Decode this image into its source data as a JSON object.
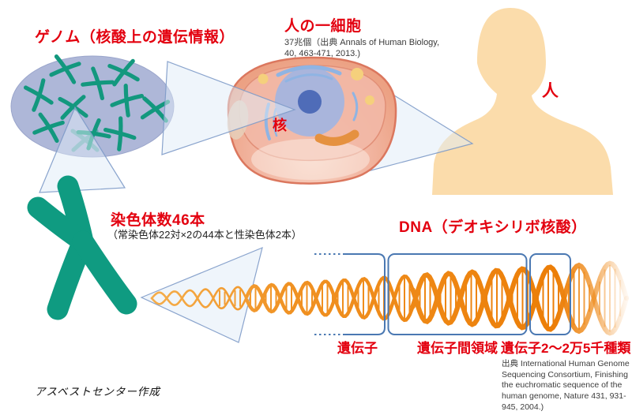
{
  "genome": {
    "title": "ゲノム（核酸上の遺伝情報）"
  },
  "cell": {
    "title": "人の一細胞",
    "note_line1": "37兆個（出典 Annals of Human Biology,",
    "note_line2": "40, 463-471, 2013.)",
    "nucleus_label": "核"
  },
  "human": {
    "label": "人"
  },
  "chromosome": {
    "title": "染色体数46本",
    "note": "（常染色体22対×2の44本と性染色体2本）"
  },
  "dna": {
    "title": "DNA（デオキシリボ核酸）",
    "gene_label": "遺伝子",
    "intergenic_label": "遺伝子間領域",
    "gene_count_label": "遺伝子2〜2万5千種類",
    "citation": "出典 International Human Genome Sequencing Consortium, Finishing the euchromatic sequence of the human genome, Nature 431, 931-945, 2004.)"
  },
  "footer": {
    "credit": "アスベストセンター作成"
  },
  "colors": {
    "accent_red": "#e3000f",
    "chromosome_teal": "#0f9b81",
    "genome_lavender": "#aeb7d8",
    "cell_pink": "#f0b09d",
    "human_tan": "#fbdcab",
    "dna_orange": "#ee8410",
    "region_box_blue": "#4a78b2"
  }
}
